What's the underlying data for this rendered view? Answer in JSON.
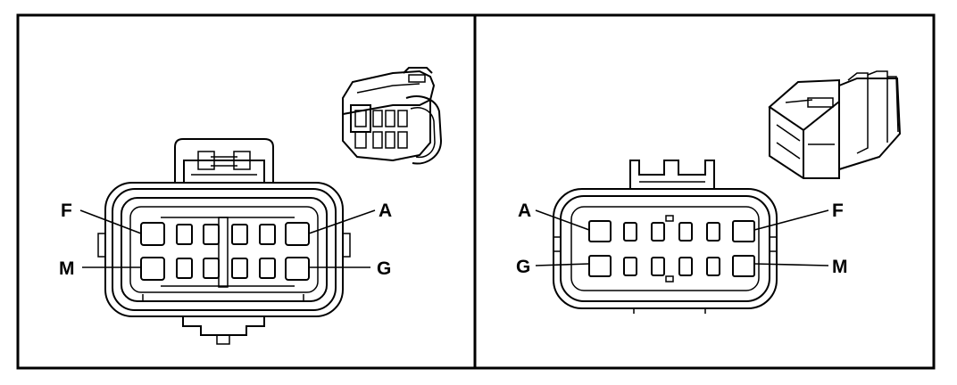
{
  "left_panel": {
    "labels": {
      "f": "F",
      "a": "A",
      "m": "M",
      "g": "G"
    }
  },
  "right_panel": {
    "labels": {
      "a": "A",
      "f": "F",
      "g": "G",
      "m": "M"
    }
  }
}
